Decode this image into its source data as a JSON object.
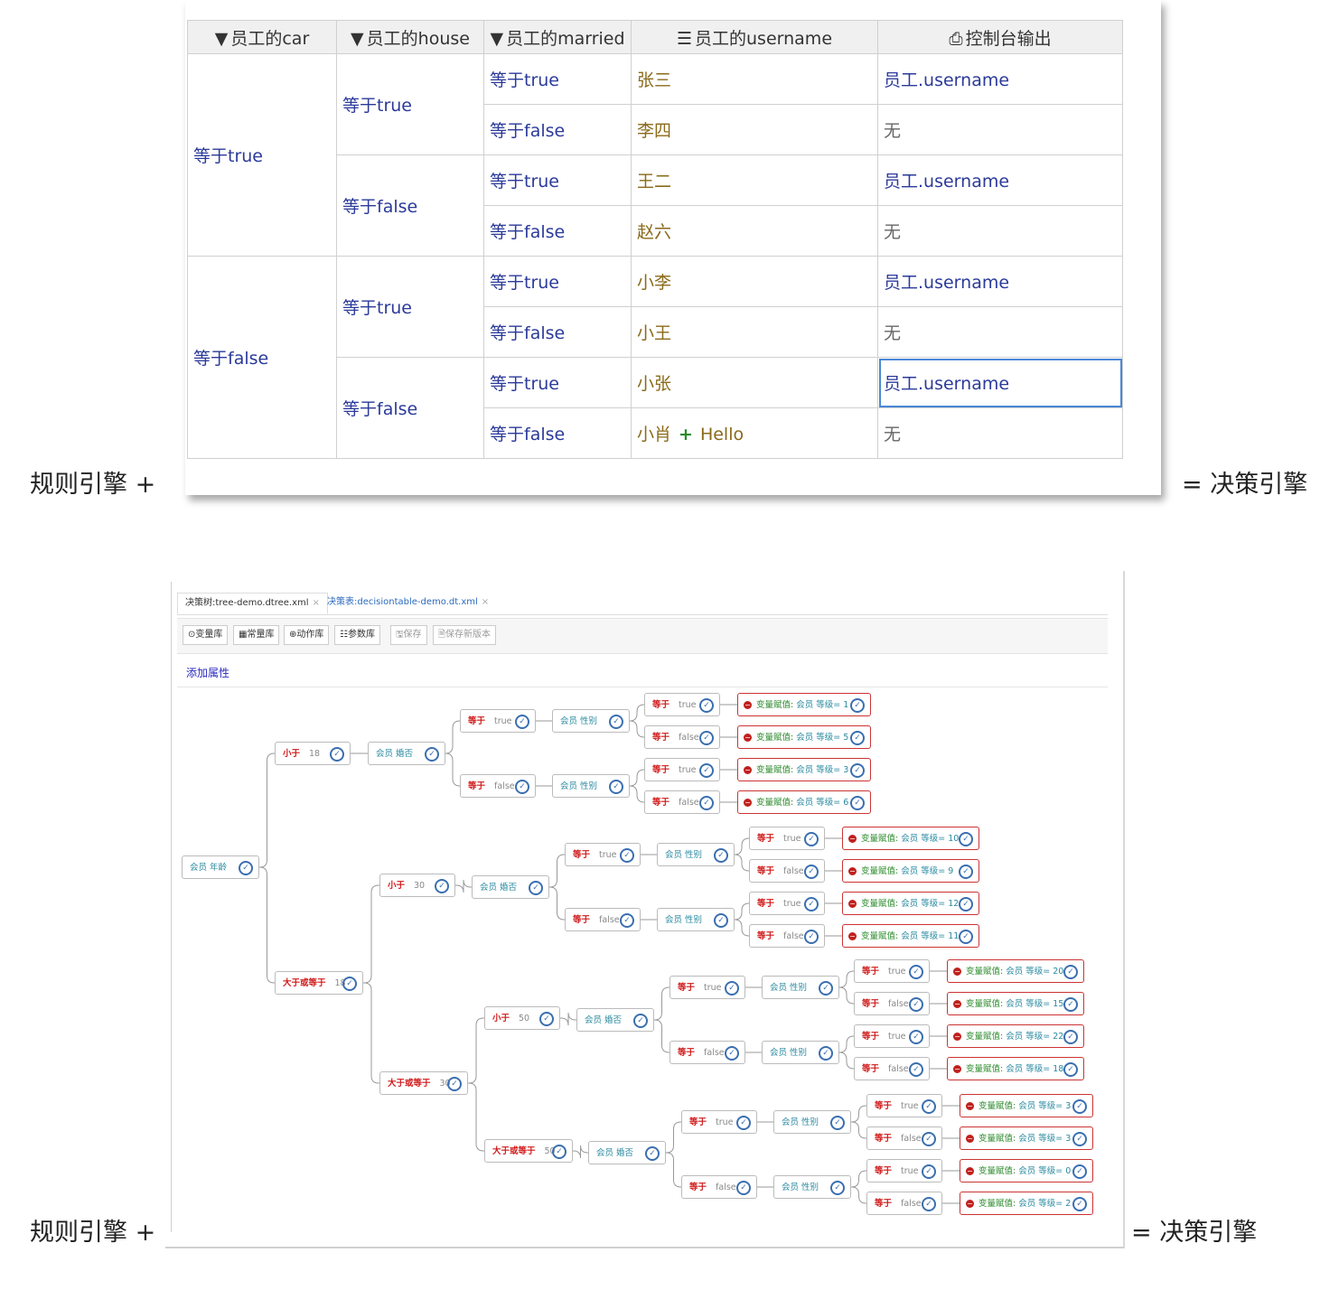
{
  "page": {
    "left_label": "规则引擎 +",
    "right_label": "= 决策引擎"
  },
  "decision_table": {
    "headers": [
      {
        "icon": "filter-icon",
        "glyph": "▼",
        "label": "员工的car"
      },
      {
        "icon": "filter-icon",
        "glyph": "▼",
        "label": "员工的house"
      },
      {
        "icon": "filter-icon",
        "glyph": "▼",
        "label": "员工的married"
      },
      {
        "icon": "list-icon",
        "glyph": "☰",
        "label": "员工的username"
      },
      {
        "icon": "printer-icon",
        "glyph": "⎙",
        "label": "控制台输出"
      }
    ],
    "car": [
      "等于true",
      "等于false"
    ],
    "house": [
      "等于true",
      "等于false",
      "等于true",
      "等于false"
    ],
    "married": [
      "等于true",
      "等于false",
      "等于true",
      "等于false",
      "等于true",
      "等于false",
      "等于true",
      "等于false"
    ],
    "username": [
      "张三",
      "李四",
      "王二",
      "赵六",
      "小李",
      "小王",
      "小张",
      "小肖"
    ],
    "username_extra": {
      "plus": "+",
      "hello": "Hello"
    },
    "output": [
      "员工.username",
      "无",
      "员工.username",
      "无",
      "员工.username",
      "无",
      "员工.username",
      "无"
    ]
  },
  "editor": {
    "tabs": [
      {
        "label": "决策树:tree-demo.dtree.xml",
        "close": "×",
        "active": true
      },
      {
        "label": "决策表:decisiontable-demo.dt.xml",
        "close": "×",
        "active": false
      }
    ],
    "toolbar": [
      {
        "icon": "variable-icon",
        "label": "⊙变量库",
        "enabled": true
      },
      {
        "icon": "constant-icon",
        "label": "▦常量库",
        "enabled": true
      },
      {
        "icon": "action-icon",
        "label": "⊕动作库",
        "enabled": true
      },
      {
        "icon": "parameter-icon",
        "label": "☷参数库",
        "enabled": true
      },
      {
        "icon": "save-icon",
        "label": "🖫保存",
        "enabled": false
      },
      {
        "icon": "save-version-icon",
        "label": "🗎保存新版本",
        "enabled": false
      }
    ],
    "add_attribute": "添加属性"
  },
  "tree": {
    "root": "会员 年龄",
    "age_conds": [
      {
        "op": "小于",
        "val": "18"
      },
      {
        "op": "大于或等于",
        "val": "18"
      },
      {
        "op": "小于",
        "val": "30"
      },
      {
        "op": "大于或等于",
        "val": "30"
      },
      {
        "op": "小于",
        "val": "50"
      },
      {
        "op": "大于或等于",
        "val": "50"
      }
    ],
    "married_var": "会员 婚否",
    "gender_var": "会员 性别",
    "eq": "等于",
    "true": "true",
    "false": "false",
    "action_prefix": "变量赋值:",
    "action_target": "会员 等级=",
    "levels": [
      "1",
      "5",
      "3",
      "6",
      "10",
      "9",
      "12",
      "11",
      "20",
      "15",
      "22",
      "18",
      "3",
      "3",
      "0",
      "2"
    ]
  }
}
